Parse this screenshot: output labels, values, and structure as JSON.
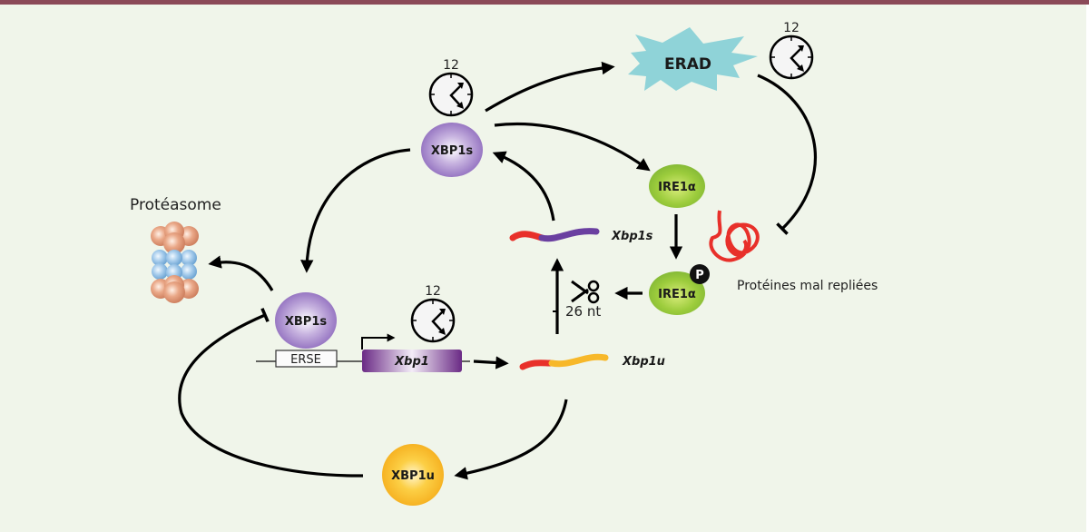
{
  "labels": {
    "proteasome": "Protéasome",
    "misfolded_proteins": "Protéines mal repliées",
    "erad": "ERAD",
    "xbp1s_top": "XBP1s",
    "xbp1s_bound": "XBP1s",
    "xbp1u_protein": "XBP1u",
    "ire1a": "IRE1α",
    "ire1a_p": "IRE1α",
    "phospho": "P",
    "erse": "ERSE",
    "xbp1_gene": "Xbp1",
    "xbp1s_mrna": "Xbp1s",
    "xbp1u_mrna": "Xbp1u",
    "splice_26nt": "26 nt",
    "clock_label": "12"
  },
  "colors": {
    "background": "#f0f5ea",
    "top_bar": "#8b4a58",
    "xbp1s": "#9b7fc4",
    "xbp1u": "#f7b82a",
    "ire1a": "#8cc63f",
    "erad": "#8fd3d8",
    "mrna_red": "#e8302a",
    "mrna_purple": "#6a3fa0",
    "mrna_yellow": "#f7b82a",
    "proteasome_cap": "#d98b6a",
    "proteasome_core": "#7fb3dd"
  }
}
